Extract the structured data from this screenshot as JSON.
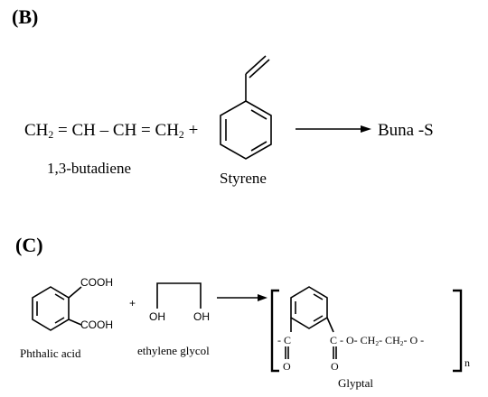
{
  "section_b": {
    "label": "(B)",
    "reactant1": {
      "p1": "CH",
      "s1": "2",
      "p2": " = CH – CH = CH",
      "s2": "2",
      "p3": "  +"
    },
    "reactant1_name": "1,3-butadiene",
    "reactant2_name": "Styrene",
    "product": "Buna -S"
  },
  "section_c": {
    "label": "(C)",
    "phthalic_cooh_top": "COOH",
    "phthalic_cooh_bottom": "COOH",
    "plus": "+",
    "glycol_oh_left": "OH",
    "glycol_oh_right": "OH",
    "phthalic_name": "Phthalic acid",
    "glycol_name": "ethylene glycol",
    "glyptal": {
      "left_c": "- C",
      "chain": {
        "p1": "C - O- CH",
        "s1": "2",
        "p2": "- CH",
        "s2": "2",
        "p3": "- O -"
      },
      "o_left": "O",
      "o_right": "O",
      "subscript_n": "n",
      "name": "Glyptal"
    }
  }
}
